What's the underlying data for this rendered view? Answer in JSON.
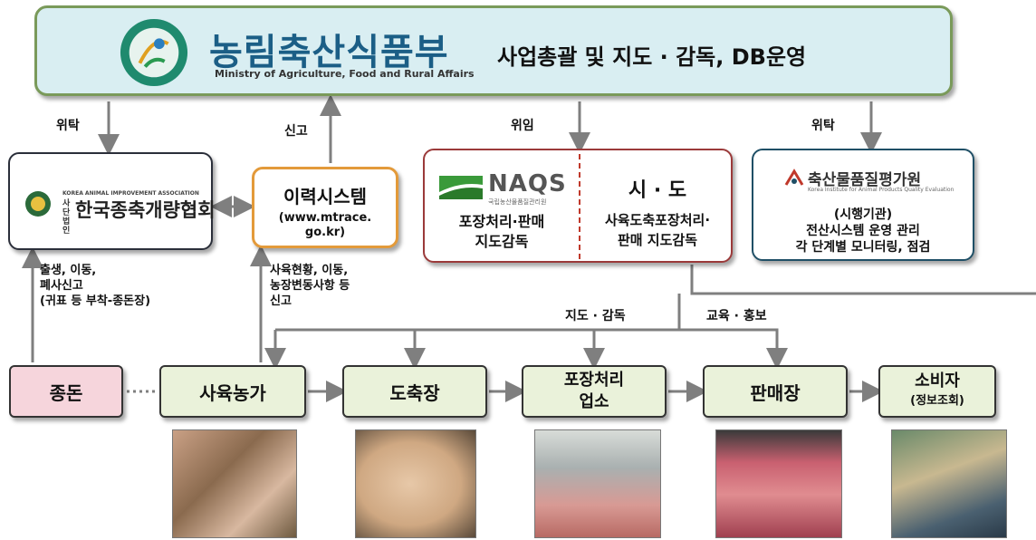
{
  "ministry": {
    "name": "농림축산식품부",
    "name_en": "Ministry of Agriculture, Food and Rural Affairs",
    "role": "사업총괄 및 지도 · 감독, DB운영"
  },
  "arrows": {
    "entrust_left": "위탁",
    "report": "신고",
    "delegate": "위임",
    "entrust_right": "위탁"
  },
  "kaia": {
    "name": "한국종축개량협회",
    "tag": "사단법인",
    "name_en": "KOREA ANIMAL IMPROVEMENT ASSOCIATION"
  },
  "mtrace": {
    "title": "이력시스템",
    "url_line1": "(www.mtrace.",
    "url_line2": "go.kr)"
  },
  "naqs": {
    "logo": "NAQS",
    "logo_sub": "국립농산물품질관리원",
    "desc_line1": "포장처리·판매",
    "desc_line2": "지도감독"
  },
  "sido": {
    "title": "시 · 도",
    "desc_line1": "사육도축포장처리·",
    "desc_line2": "판매 지도감독"
  },
  "apqa": {
    "name": "축산물품질평가원",
    "name_en": "Korea Institute for Animal Products Quality Evaluation",
    "desc_line1": "(시행기관)",
    "desc_line2": "전산시스템 운영 관리",
    "desc_line3": "각 단계별 모니터링, 점검"
  },
  "notes": {
    "sow_report_line1": "출생, 이동,",
    "sow_report_line2": "폐사신고",
    "sow_report_line3": "(귀표 등 부착-종돈장)",
    "farm_report_line1": "사육현황, 이동,",
    "farm_report_line2": "농장변동사항 등",
    "farm_report_line3": "신고",
    "guidance": "지도 · 감독",
    "education": "교육 · 홍보"
  },
  "chain": {
    "sow": "종돈",
    "farm": "사육농가",
    "slaughter": "도축장",
    "packer_line1": "포장처리",
    "packer_line2": "업소",
    "seller": "판매장",
    "consumer": "소비자",
    "consumer_sub": "(정보조회)"
  },
  "colors": {
    "banner_bg": "#d9eef2",
    "banner_border": "#7a9a5a",
    "ministry_blue": "#1b5e86",
    "arrow_gray": "#7f7f7f",
    "mtrace_border": "#e39a3a",
    "naqs_border": "#9b3a3a",
    "chain_green": "#eaf2da",
    "sow_pink": "#f6d5dc"
  }
}
